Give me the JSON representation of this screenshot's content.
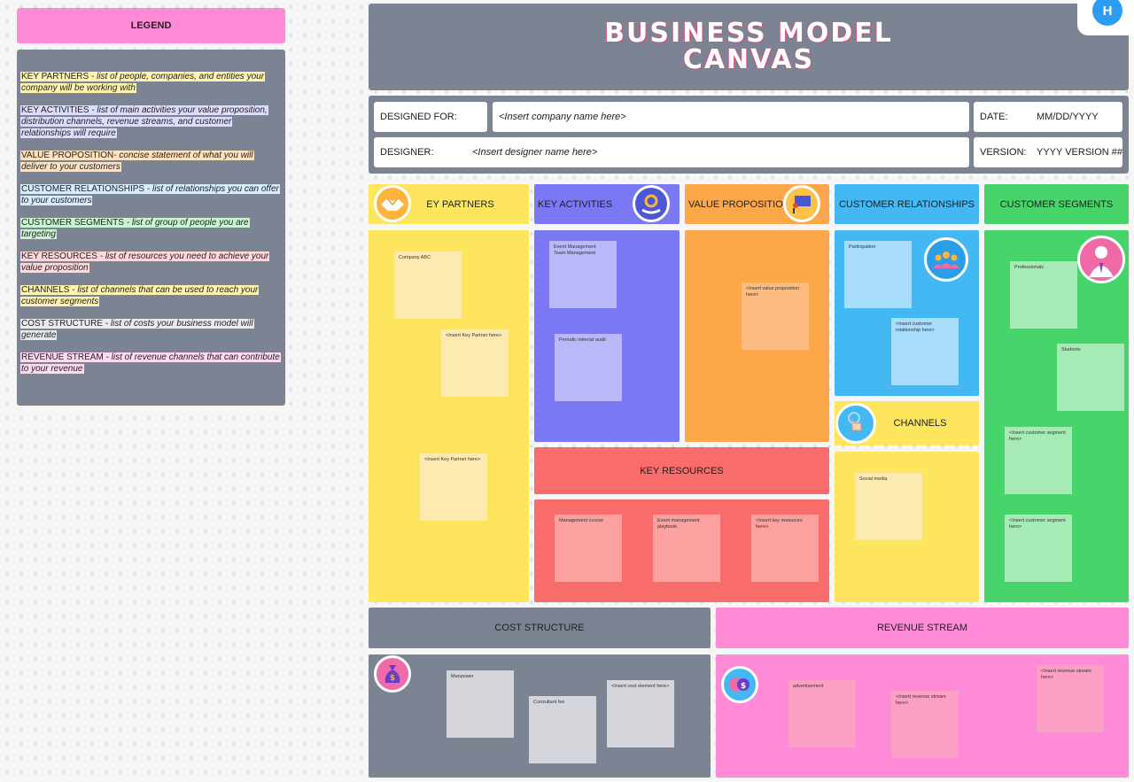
{
  "legend": {
    "title": "LEGEND",
    "items": [
      {
        "key": "KEY PARTNERS",
        "desc": " - list of people, companies, and entities your company will be working with",
        "color": "#fff3b0"
      },
      {
        "key": "KEY ACTIVITIES",
        "desc": " - list of main activities your value proposition, distribution channels, revenue streams, and customer relationships will require",
        "color": "#dcdcff"
      },
      {
        "key": "VALUE PROPOSITION",
        "desc": "- concise statement of what you will deliver to your customers",
        "color": "#ffe2bd"
      },
      {
        "key": "CUSTOMER RELATIONSHIPS",
        "desc": " - list of relationships you can offer to your customers",
        "color": "#d6ecfc"
      },
      {
        "key": "CUSTOMER SEGMENTS",
        "desc": " - list of group of people you are targeting",
        "color": "#c9f5d1"
      },
      {
        "key": "KEY RESOURCES",
        "desc": " - list of resources you need to achieve your value proposition",
        "color": "#ffd7dc"
      },
      {
        "key": "CHANNELS",
        "desc": " - list of channels that can be used to reach your customer segments",
        "color": "#fff3b0"
      },
      {
        "key": "COST STRUCTURE",
        "desc": " - list of costs your business model will generate",
        "color": "#e8eaee"
      },
      {
        "key": "REVENUE STREAM",
        "desc": " - list of revenue channels that can contribute to your revenue",
        "color": "#ffd9f1"
      }
    ]
  },
  "title": "BUSINESS MODEL\nCANVAS",
  "avatar": "H",
  "info": {
    "designed_for_label": "DESIGNED FOR:",
    "designed_for_value": "<Insert company name here>",
    "designer_label": "DESIGNER:",
    "designer_value": "<Insert designer name here>",
    "date_label": "DATE:",
    "date_value": "MM/DD/YYYY",
    "version_label": "VERSION:",
    "version_value": "YYYY VERSION ##"
  },
  "sections": {
    "key_partners": {
      "label": "EY PARTNERS",
      "notes": [
        "Company ABC",
        "<Insert Key Partner here>",
        "<Insert Key Partner here>"
      ]
    },
    "key_activities": {
      "label": "KEY ACTIVITIES",
      "notes": [
        "Event Management\nTeam Management",
        "Periodic internal audit"
      ]
    },
    "value_proposition": {
      "label": "VALUE PROPOSITION",
      "notes": [
        "<Insert value proposition here>"
      ]
    },
    "customer_relationships": {
      "label": "CUSTOMER RELATIONSHIPS",
      "notes": [
        "Participation",
        "<Insert customer relationship here>"
      ]
    },
    "customer_segments": {
      "label": "CUSTOMER SEGMENTS",
      "notes": [
        "Professionals",
        "Students",
        "<Insert customer segment here>",
        "<Insert customer segment here>"
      ]
    },
    "key_resources": {
      "label": "KEY RESOURCES",
      "notes": [
        "Management course",
        "Event management playbook",
        "<Insert key resources here>"
      ]
    },
    "channels": {
      "label": "CHANNELS",
      "notes": [
        "Social media"
      ]
    },
    "cost_structure": {
      "label": "COST STRUCTURE",
      "notes": [
        "Manpower",
        "Consultant fee",
        "<Insert cost element here>"
      ]
    },
    "revenue_stream": {
      "label": "REVENUE STREAM",
      "notes": [
        "advertisement",
        "<Insert revenue stream here>",
        "<Insert revenue stream here>"
      ]
    }
  },
  "colors": {
    "gray": "#7c8494",
    "yellow": "#fde65d",
    "purple": "#7b78f4",
    "orange": "#fca84a",
    "blue": "#44b8f2",
    "green": "#47d56b",
    "red": "#f86d6b",
    "pink": "#ff8ad8"
  }
}
